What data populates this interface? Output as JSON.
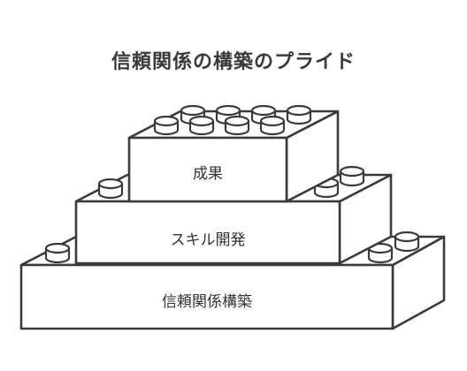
{
  "title": "信頼関係の構築のプライド",
  "blocks": [
    {
      "id": "top",
      "label": "成果"
    },
    {
      "id": "middle",
      "label": "スキル開発"
    },
    {
      "id": "bottom",
      "label": "信頼関係構築"
    }
  ]
}
